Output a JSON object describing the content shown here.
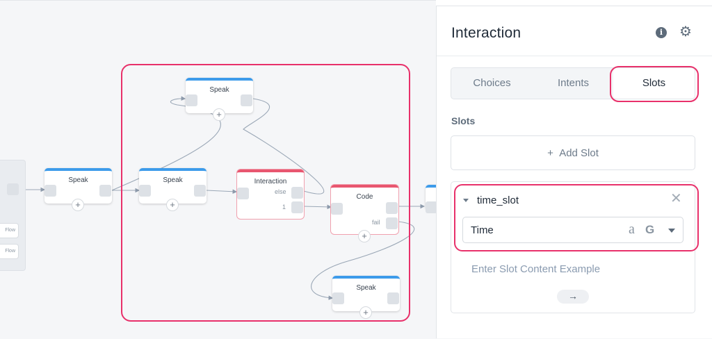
{
  "canvas": {
    "left_group": {
      "pills": [
        "Flow",
        "Flow"
      ]
    },
    "blocks": [
      {
        "id": "speak-a",
        "title": "Speak"
      },
      {
        "id": "speak-top",
        "title": "Speak"
      },
      {
        "id": "speak-b",
        "title": "Speak"
      },
      {
        "id": "interaction",
        "title": "Interaction",
        "ports": [
          "else",
          "1"
        ]
      },
      {
        "id": "code",
        "title": "Code",
        "ports": [
          "fail"
        ]
      },
      {
        "id": "speak-bottom",
        "title": "Speak"
      }
    ],
    "add_symbol": "+"
  },
  "panel": {
    "title": "Interaction",
    "icons": {
      "info": "info-icon",
      "settings": "gear-icon"
    },
    "info_glyph": "i",
    "tabs": [
      {
        "label": "Choices",
        "active": false
      },
      {
        "label": "Intents",
        "active": false
      },
      {
        "label": "Slots",
        "active": true
      }
    ],
    "section_label": "Slots",
    "add_slot": {
      "symbol": "+",
      "label": "Add Slot"
    },
    "slot": {
      "name": "time_slot",
      "type_value": "Time",
      "example_placeholder": "Enter Slot Content Example",
      "arrow": "→"
    }
  },
  "colors": {
    "accent_blue": "#3d9bea",
    "interaction_red": "#e8566f",
    "highlight": "#e8306a"
  }
}
